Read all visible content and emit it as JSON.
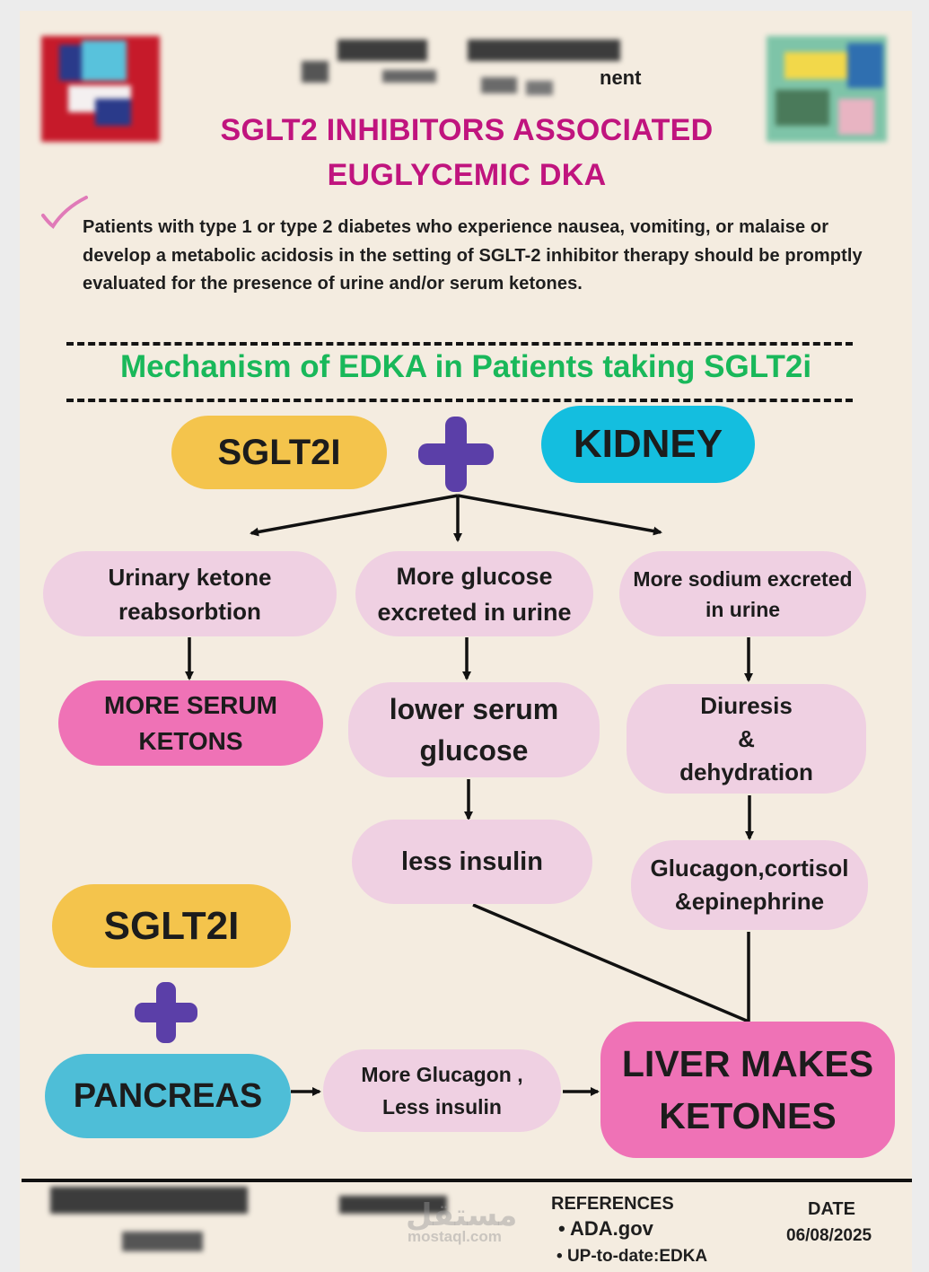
{
  "header": {
    "subtitle_fragment": "nent",
    "title_line1": "SGLT2 INHIBITORS ASSOCIATED",
    "title_line2": "EUGLYCEMIC DKA"
  },
  "intro": {
    "text": "Patients with type 1 or type 2 diabetes who experience nausea, vomiting, or malaise or develop a metabolic acidosis in the setting of SGLT-2 inhibitor therapy should be promptly evaluated for the presence of urine and/or serum ketones."
  },
  "mechanism_title": "Mechanism of EDKA in Patients taking SGLT2i",
  "nodes": {
    "sglt2i_top": "SGLT2I",
    "kidney": "KIDNEY",
    "urinary_l1": "Urinary ketone",
    "urinary_l2": "reabsorbtion",
    "glucose_l1": "More glucose",
    "glucose_l2": "excreted in urine",
    "sodium_l1": "More sodium excreted",
    "sodium_l2": "in urine",
    "serum_ketons_l1": "MORE SERUM",
    "serum_ketons_l2": "KETONS",
    "lower_glucose_l1": "lower serum",
    "lower_glucose_l2": "glucose",
    "diuresis_l1": "Diuresis",
    "diuresis_l2": "&",
    "diuresis_l3": "dehydration",
    "less_insulin": "less insulin",
    "hormones_l1": "Glucagon,cortisol",
    "hormones_l2": "&epinephrine",
    "sglt2i_bottom": "SGLT2I",
    "pancreas": "PANCREAS",
    "glucagon_l1": "More Glucagon ,",
    "glucagon_l2": "Less insulin",
    "liver_l1": "LIVER MAKES",
    "liver_l2": "KETONES"
  },
  "footer": {
    "references_heading": "REFERENCES",
    "references": [
      "ADA.gov",
      "UP-to-date:EDKA"
    ],
    "date_heading": "DATE",
    "date_value": "06/08/2025",
    "watermark_arabic": "مستقل",
    "watermark_latin": "mostaql.com"
  },
  "colors": {
    "title": "#c0147e",
    "mechanism_title": "#19b85a",
    "plus": "#5b3fa8",
    "light_pink": "#efd0e2",
    "hot_pink": "#ef72b6",
    "yellow": "#f4c44c",
    "cyan": "#14bedf",
    "teal": "#4ebed7"
  }
}
